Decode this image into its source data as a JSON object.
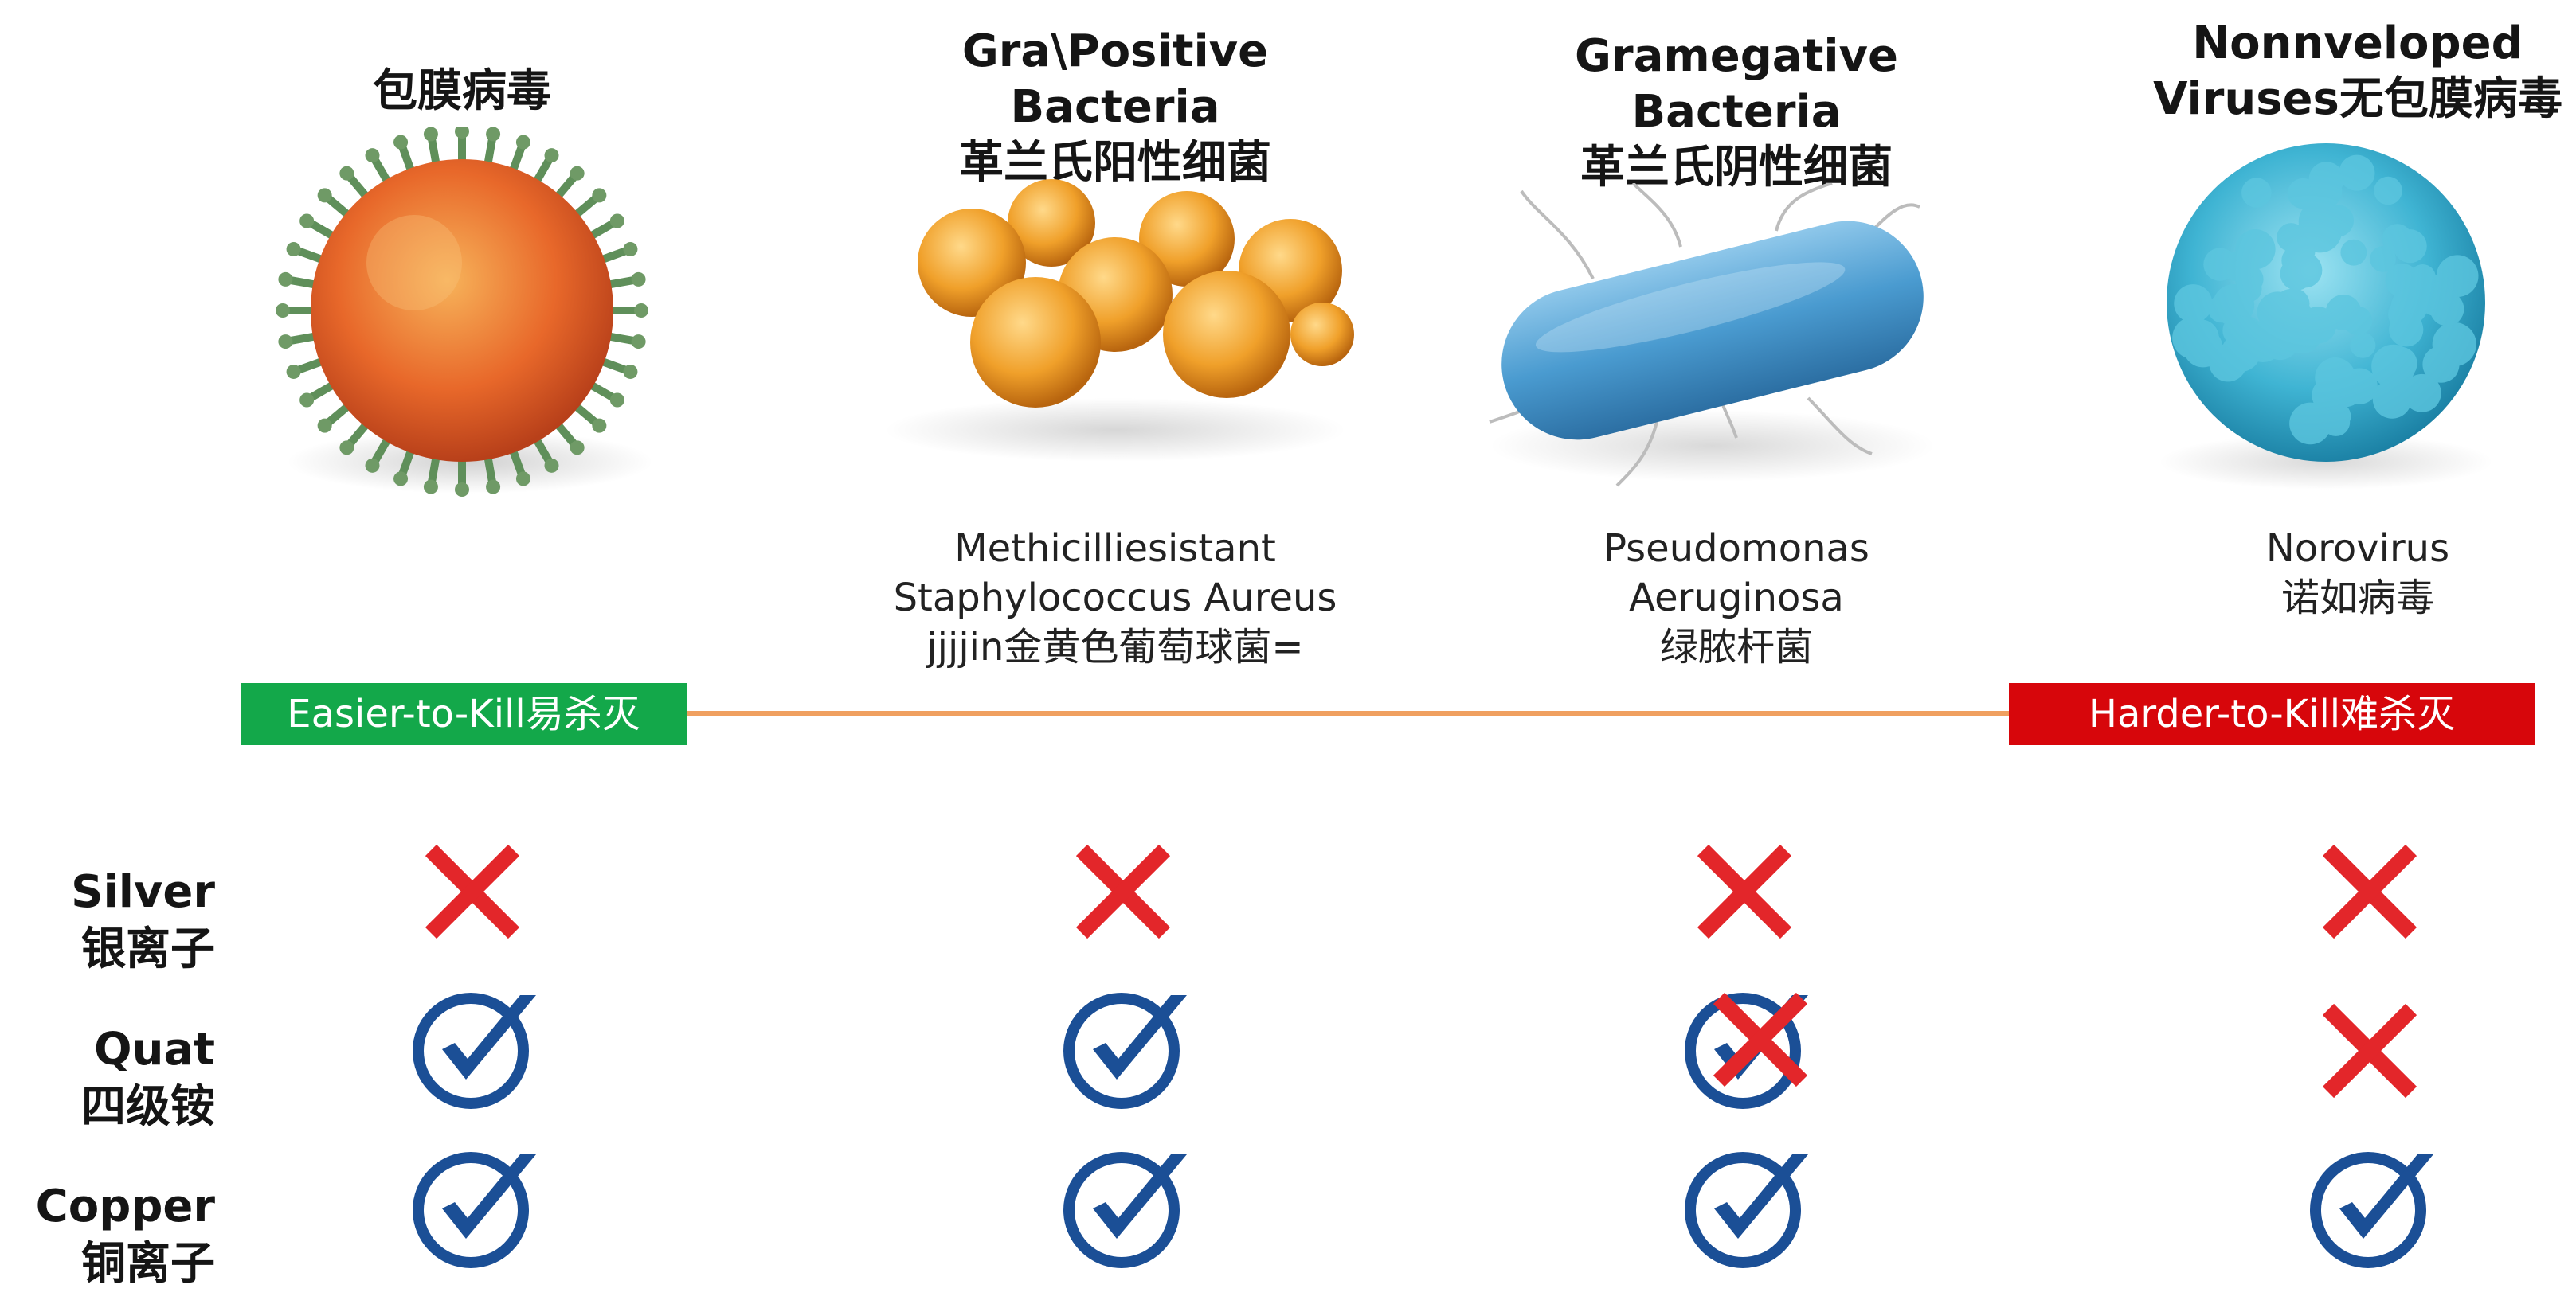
{
  "columns": [
    {
      "title_lines": [
        "包膜病毒"
      ],
      "example_lines": []
    },
    {
      "title_lines": [
        "Gra\\Positive",
        "Bacteria",
        "革兰氏阳性细菌"
      ],
      "example_lines": [
        "Methicilliesistant",
        "Staphylococcus Aureus",
        "jjjjin金黄色葡萄球菌="
      ]
    },
    {
      "title_lines": [
        "Gramegative",
        "Bacteria",
        "革兰氏阴性细菌"
      ],
      "example_lines": [
        "Pseudomonas",
        "Aeruginosa",
        "绿脓杆菌"
      ]
    },
    {
      "title_lines": [
        "Nonnveloped",
        "Viruses无包膜病毒"
      ],
      "example_lines": [
        "Norovirus",
        "诺如病毒"
      ]
    }
  ],
  "scale": {
    "easy_label": "Easier-to-Kill易杀灭",
    "hard_label": "Harder-to-Kill难杀灭",
    "easy_color": "#13a84a",
    "hard_color": "#d7060b",
    "line_color": "#f0a060"
  },
  "rows": [
    {
      "label_lines": [
        "Silver",
        "银离子"
      ],
      "results": [
        "cross",
        "cross",
        "cross",
        "cross"
      ]
    },
    {
      "label_lines": [
        "Quat",
        "四级铵"
      ],
      "results": [
        "check",
        "check",
        "partial",
        "cross"
      ]
    },
    {
      "label_lines": [
        "Copper",
        "铜离子"
      ],
      "results": [
        "check",
        "check",
        "check",
        "check"
      ]
    }
  ],
  "colors": {
    "check": "#1b4f96",
    "cross": "#e3262a"
  }
}
